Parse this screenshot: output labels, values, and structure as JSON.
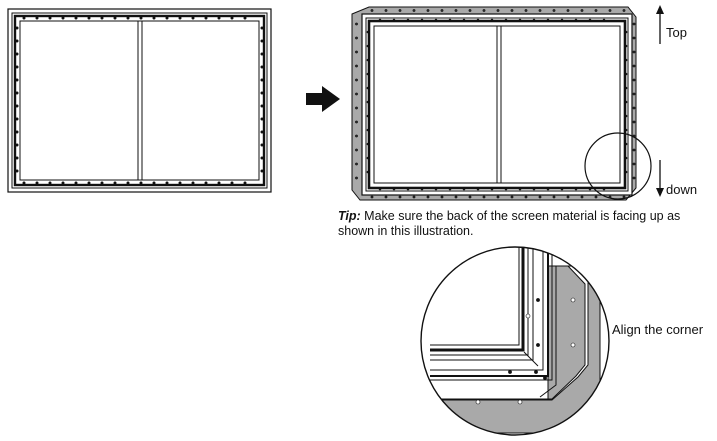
{
  "labels": {
    "top": "Top",
    "down": "down",
    "align_corner": "Align the corner"
  },
  "tip": {
    "prefix": "Tip:",
    "text": " Make sure the back of the screen material is facing up as shown in this illustration."
  },
  "colors": {
    "line": "#111111",
    "material": "#a9a9a9",
    "background": "#ffffff"
  },
  "icons": {
    "arrow": "right-arrow-icon",
    "top": "up-arrow-icon",
    "down": "down-arrow-icon"
  }
}
